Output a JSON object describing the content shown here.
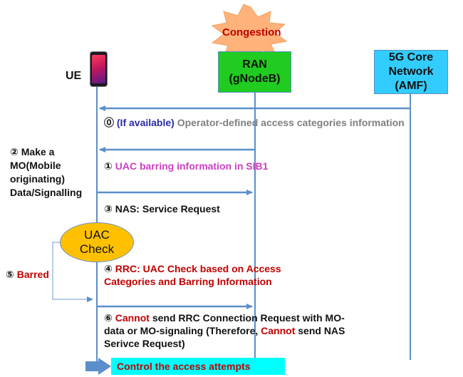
{
  "entities": {
    "ue": {
      "label": "UE"
    },
    "ran": {
      "label_line1": "RAN",
      "label_line2": "(gNodeB)",
      "color": "#1fcc1f"
    },
    "core": {
      "label_line1": "5G Core",
      "label_line2": "Network",
      "label_line3": "(AMF)",
      "color": "#33ccff"
    }
  },
  "congestion": {
    "label": "Congestion",
    "color": "#ffb27a",
    "text_color": "#c00000"
  },
  "steps": {
    "step0": {
      "num": "⓪",
      "highlight": "(If available)",
      "text": "Operator-defined access categories information",
      "highlight_color": "#2a2aa8",
      "text_color": "#7f7f7f"
    },
    "step1": {
      "num": "①",
      "text": "UAC barring information in SIB1",
      "color": "#cc3fc2"
    },
    "step2": {
      "num": "②",
      "line1": "Make a",
      "line2": "MO(Mobile",
      "line3": "originating)",
      "line4": "Data/Signalling"
    },
    "step3": {
      "num": "③",
      "text": "NAS: Service Request"
    },
    "uac_check": {
      "line1": "UAC",
      "line2": "Check",
      "color": "#ffc000"
    },
    "step4": {
      "num": "④",
      "line1": "RRC: UAC Check based on Access",
      "line2": "Categories and Barring Information",
      "color": "#c00000"
    },
    "step5": {
      "num": "⑤",
      "text": "Barred",
      "color": "#c00000"
    },
    "step6": {
      "num": "⑥",
      "cannot1": "Cannot",
      "part1": "send RRC Connection Request with MO-",
      "line2_a": "data or MO-signaling (Therefore,",
      "cannot2": "Cannot",
      "line2_b": "send NAS",
      "line3": "Serivce Request)",
      "cannot_color": "#c00000"
    },
    "result": {
      "text": "Control the access attempts",
      "bg": "#00ffff",
      "color": "#c00000"
    }
  }
}
